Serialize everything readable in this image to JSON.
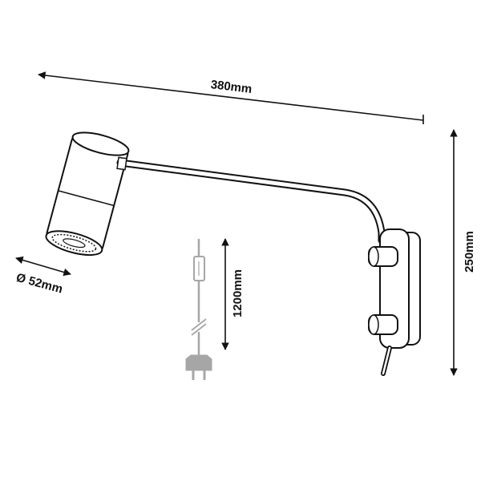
{
  "diagram": {
    "dimensions": {
      "arm_length": "380mm",
      "height": "250mm",
      "diameter": "Ø 52mm",
      "cable_length": "1200mm"
    },
    "colors": {
      "line": "#111111",
      "grey": "#a6a6a6",
      "fill": "#ffffff"
    }
  }
}
